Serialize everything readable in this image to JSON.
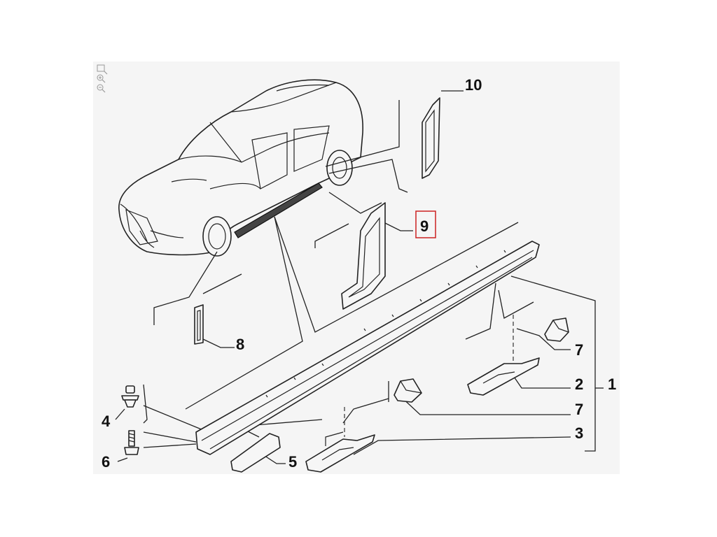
{
  "callouts": {
    "c1": "1",
    "c2": "2",
    "c3": "3",
    "c4": "4",
    "c5": "5",
    "c6": "6",
    "c7a": "7",
    "c7b": "7",
    "c8": "8",
    "c9": "9",
    "c10": "10"
  },
  "colors": {
    "panel": "#f5f5f5",
    "line": "#222222",
    "highlight": "#cc2222"
  },
  "toolbar": {
    "icons": [
      "zoom-fit-icon",
      "zoom-in-icon",
      "zoom-out-icon"
    ]
  },
  "highlighted_callout": "9"
}
